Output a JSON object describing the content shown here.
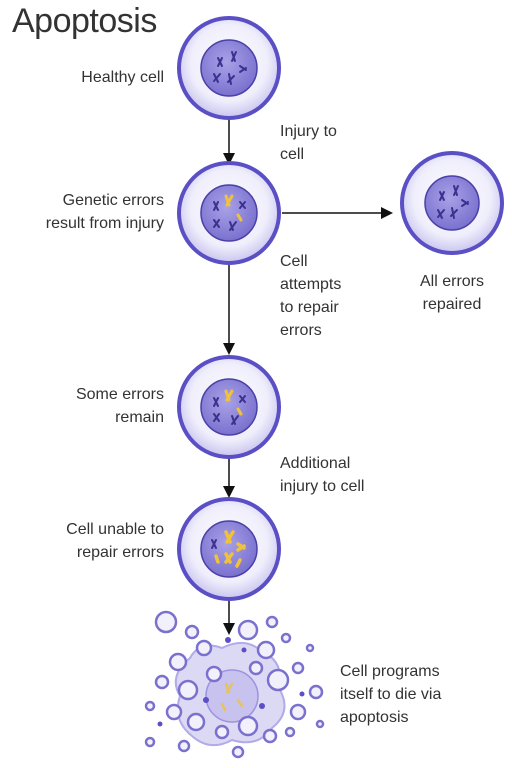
{
  "title": "Apoptosis",
  "steps": {
    "healthy": "Healthy cell",
    "injury": [
      "Injury to",
      "cell"
    ],
    "genetic_errors": [
      "Genetic errors",
      "result from injury"
    ],
    "repaired": [
      "All errors",
      "repaired"
    ],
    "repair_attempt": [
      "Cell",
      "attempts",
      "to repair",
      "errors"
    ],
    "some_errors": [
      "Some errors",
      "remain"
    ],
    "additional_injury": [
      "Additional",
      "injury to cell"
    ],
    "unable": [
      "Cell unable to",
      "repair errors"
    ],
    "programs": [
      "Cell programs",
      "itself to die via",
      "apoptosis"
    ]
  },
  "colors": {
    "cell_border": "#5a4fc4",
    "cell_fill": "#f2f1fb",
    "nucleus_fill": "#8c84d8",
    "nucleus_border": "#4a40a8",
    "chromosome": "#3b3290",
    "error_mark": "#f0c23a",
    "arrow": "#111111"
  }
}
